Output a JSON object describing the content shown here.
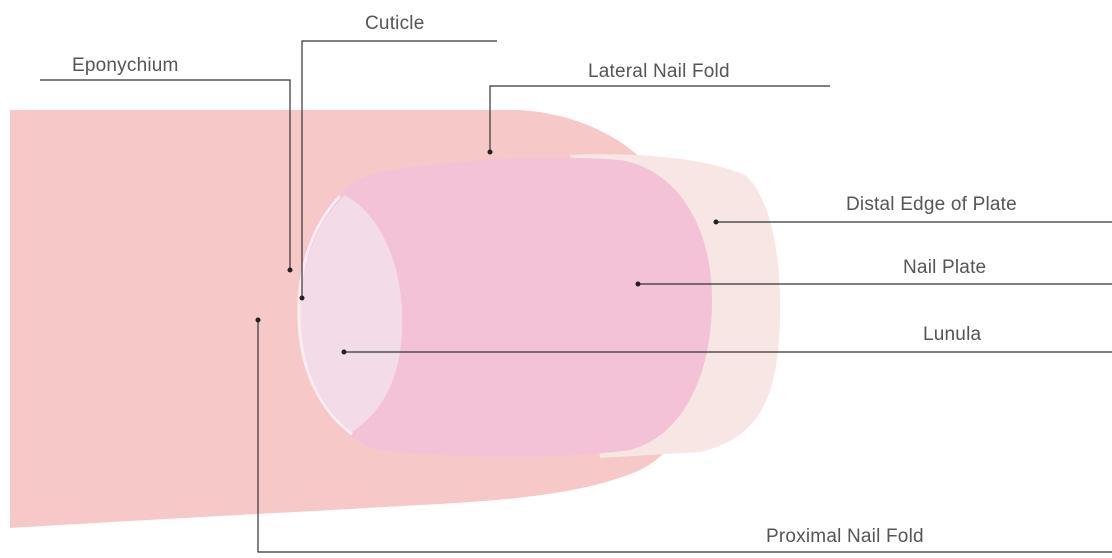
{
  "diagram": {
    "labels": {
      "cuticle": "Cuticle",
      "eponychium": "Eponychium",
      "lateral_nail_fold": "Lateral Nail Fold",
      "distal_edge": "Distal Edge of Plate",
      "nail_plate": "Nail Plate",
      "lunula": "Lunula",
      "proximal_nail_fold": "Proximal Nail Fold"
    },
    "colors": {
      "finger": "#f6c8c8",
      "nail_plate": "#f3c2d6",
      "nail_free_edge": "#f7e6e3",
      "lunula": "#f4dbe8",
      "leader_line": "#333333"
    }
  }
}
